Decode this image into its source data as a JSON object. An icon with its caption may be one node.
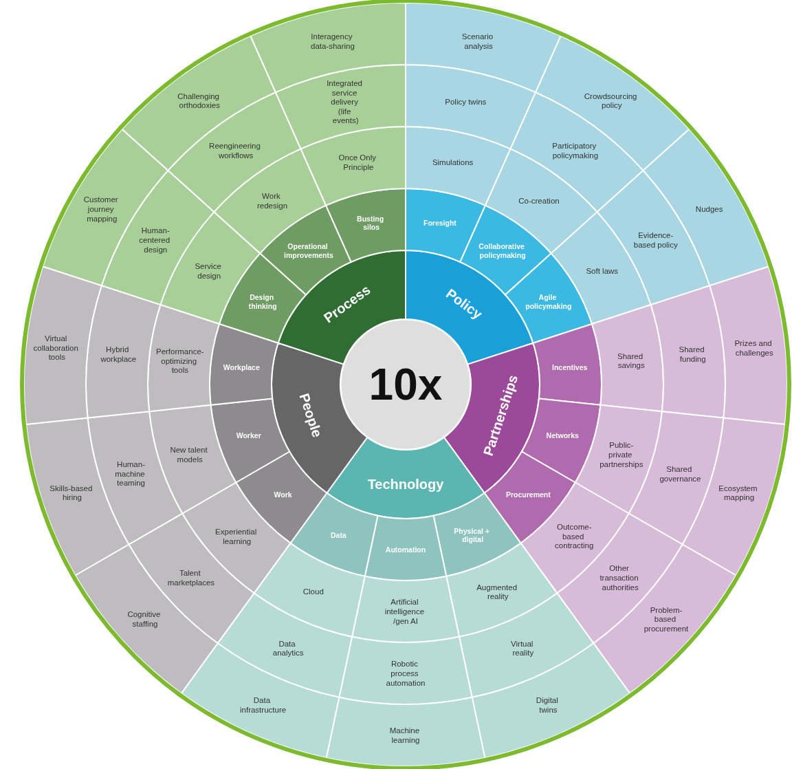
{
  "diagram": {
    "nodes": [
      {
        "text": [
          "10x"
        ]
      },
      {
        "text": [
          "Process"
        ]
      },
      {
        "text": [
          "Design thinking"
        ]
      },
      {
        "text": [
          "Service design"
        ]
      },
      {
        "text": [
          "Human-centered design"
        ]
      },
      {
        "text": [
          "Customer journey mapping"
        ]
      },
      {
        "text": [
          "Operational improvements"
        ]
      },
      {
        "text": [
          "Work redesign"
        ]
      },
      {
        "text": [
          "Reengineering workflows"
        ]
      },
      {
        "text": [
          "Challenging orthodoxies"
        ]
      },
      {
        "text": [
          "Busting silos"
        ]
      },
      {
        "text": [
          "Once Only Principle"
        ]
      },
      {
        "text": [
          "Integrated service delivery (life events)"
        ]
      },
      {
        "text": [
          "Interagency data-sharing"
        ]
      },
      {
        "text": [
          "Policy"
        ]
      },
      {
        "text": [
          "Foresight"
        ]
      },
      {
        "text": [
          "Simulations"
        ]
      },
      {
        "text": [
          "Policy twins"
        ]
      },
      {
        "text": [
          "Scenario analysis"
        ]
      },
      {
        "text": [
          "Collaborative policymaking"
        ]
      },
      {
        "text": [
          "Co-creation"
        ]
      },
      {
        "text": [
          "Participatory policymaking"
        ]
      },
      {
        "text": [
          "Crowdsourcing policy"
        ]
      },
      {
        "text": [
          "Agile policymaking"
        ]
      },
      {
        "text": [
          "Soft laws"
        ]
      },
      {
        "text": [
          "Evidence-based policy"
        ]
      },
      {
        "text": [
          "Nudges"
        ]
      },
      {
        "text": [
          "Partnerships"
        ]
      },
      {
        "text": [
          "Incentives"
        ]
      },
      {
        "text": [
          "Shared savings"
        ]
      },
      {
        "text": [
          "Shared funding"
        ]
      },
      {
        "text": [
          "Prizes and challenges"
        ]
      },
      {
        "text": [
          "Networks"
        ]
      },
      {
        "text": [
          "Public-private partnerships"
        ]
      },
      {
        "text": [
          "Shared governance"
        ]
      },
      {
        "text": [
          "Ecosystem mapping"
        ]
      },
      {
        "text": [
          "Procurement"
        ]
      },
      {
        "text": [
          "Outcome-based contracting"
        ]
      },
      {
        "text": [
          "Other transaction authorities"
        ]
      },
      {
        "text": [
          "Problem-based procurement"
        ]
      },
      {
        "text": [
          "Technology"
        ]
      },
      {
        "text": [
          "Physical + digital"
        ]
      },
      {
        "text": [
          "Augmented reality"
        ]
      },
      {
        "text": [
          "Virtual reality"
        ]
      },
      {
        "text": [
          "Digital twins"
        ]
      },
      {
        "text": [
          "Automation"
        ]
      },
      {
        "text": [
          "Artificial intelligence /gen AI"
        ]
      },
      {
        "text": [
          "Robotic process automation"
        ]
      },
      {
        "text": [
          "Machine learning"
        ]
      },
      {
        "text": [
          "Data"
        ]
      },
      {
        "text": [
          "Cloud"
        ]
      },
      {
        "text": [
          "Data analytics"
        ]
      },
      {
        "text": [
          "Data infrastructure"
        ]
      },
      {
        "text": [
          "People"
        ]
      },
      {
        "text": [
          "Work"
        ]
      },
      {
        "text": [
          "Experiential learning"
        ]
      },
      {
        "text": [
          "Talent marketplaces"
        ]
      },
      {
        "text": [
          "Cognitive staffing"
        ]
      },
      {
        "text": [
          "Worker"
        ]
      },
      {
        "text": [
          "New talent models"
        ]
      },
      {
        "text": [
          "Human-machine teaming"
        ]
      },
      {
        "text": [
          "Skills-based hiring"
        ]
      },
      {
        "text": [
          "Workplace"
        ]
      },
      {
        "text": [
          "Performance-optimizing tools"
        ]
      },
      {
        "text": [
          "Hybrid workplace"
        ]
      },
      {
        "text": [
          "Virtual collaboration tools"
        ]
      }
    ]
  }
}
